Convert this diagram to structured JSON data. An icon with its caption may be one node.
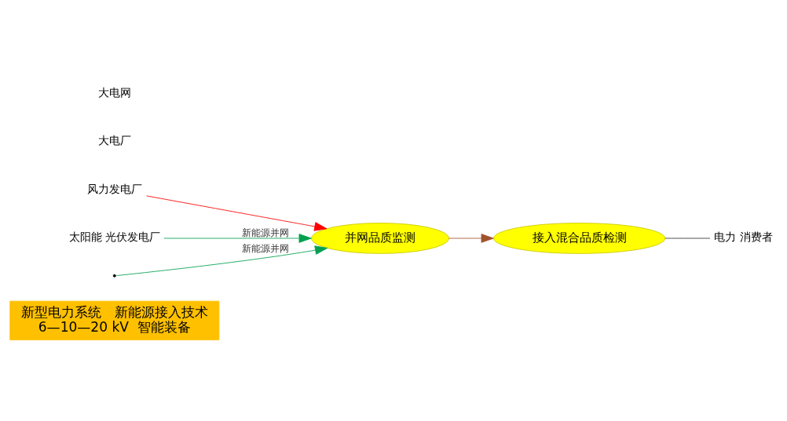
{
  "diagram": {
    "nodes": [
      {
        "text": [
          "新型电力系统　新能源接入技术",
          "6—10—20 kV  智能装备"
        ]
      },
      {
        "text": [
          "风力发电厂"
        ]
      },
      {
        "text": [
          "并网品质监测"
        ]
      },
      {
        "text": [
          "接入混合品质检测"
        ]
      },
      {
        "text": [
          "太阳能 光伏发电厂"
        ]
      },
      {
        "text": [
          "电力 消费者"
        ]
      }
    ],
    "edges": [
      {
        "from": 1,
        "to": 2,
        "arrow": "to",
        "color": "#ff0000"
      },
      {
        "from": 2,
        "to": 3,
        "arrow": "to",
        "color": "#a0522d"
      },
      {
        "from": 3,
        "to": 5,
        "arrow": "none",
        "color": "#333333"
      },
      {
        "from": null,
        "to": 2,
        "arrow": "to",
        "label": "新能源并网",
        "color": "#00a050"
      },
      {
        "from": 4,
        "to": 2,
        "arrow": "to",
        "label": "新能源并网",
        "color": "#00a050"
      }
    ],
    "labels": [
      "大电厂",
      "大电网"
    ]
  }
}
